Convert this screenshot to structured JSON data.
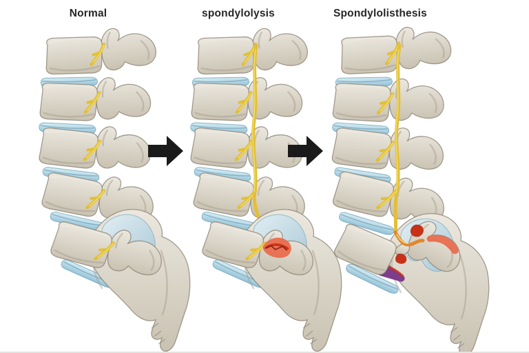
{
  "figure": {
    "panels": [
      {
        "id": "normal",
        "label": "Normal"
      },
      {
        "id": "spondylolysis",
        "label": "spondylolysis"
      },
      {
        "id": "spondylolisthesis",
        "label": "Spondylolisthesis"
      }
    ],
    "arrows": [
      {
        "id": "arrow-1",
        "icon": "right-arrow-icon"
      },
      {
        "id": "arrow-2",
        "icon": "right-arrow-icon"
      }
    ],
    "colors": {
      "background": "#ffffff",
      "label_text": "#262626",
      "bone_light": "#ece8df",
      "bone_mid": "#d4cec1",
      "bone_dark": "#a49c8b",
      "bone_outline": "#857d6d",
      "disc_blue_light": "#d9edf4",
      "disc_blue": "#8fc0d6",
      "disc_edge": "#6fa3b8",
      "sacrum_blue_light": "#e2eef3",
      "sacrum_blue": "#aac9d7",
      "nerve_yellow": "#e2bf35",
      "nerve_highlight": "#f2dc6b",
      "fracture_red": "#c93218",
      "fracture_glow": "#e8694a",
      "pinched_nerve_orange": "#e0862f",
      "compressed_disc_purple": "#7c3d8c",
      "arrow_black": "#1a1a1a"
    }
  }
}
